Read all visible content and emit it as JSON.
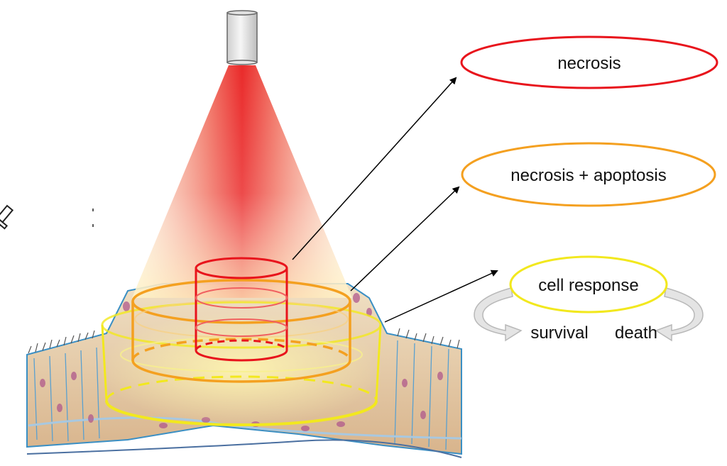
{
  "labels": {
    "necrosis": "necrosis",
    "necrosis_apoptosis": "necrosis + apoptosis",
    "cell_response": "cell response",
    "survival": "survival",
    "death": "death"
  },
  "colors": {
    "necrosis_zone": "#e8141c",
    "apoptosis_zone": "#f4a020",
    "response_zone": "#f2e81e",
    "laser_beam": "#e81818",
    "tissue_outline": "#3a8fc4",
    "tissue_fill": "#e8d2b0",
    "arrow": "#000000",
    "cycle_arrow": "#c8c8c8"
  },
  "icons": [
    "laser-light-source-icon",
    "syringe-icon",
    "tissue-icon",
    "cycle-arrow-icon"
  ]
}
